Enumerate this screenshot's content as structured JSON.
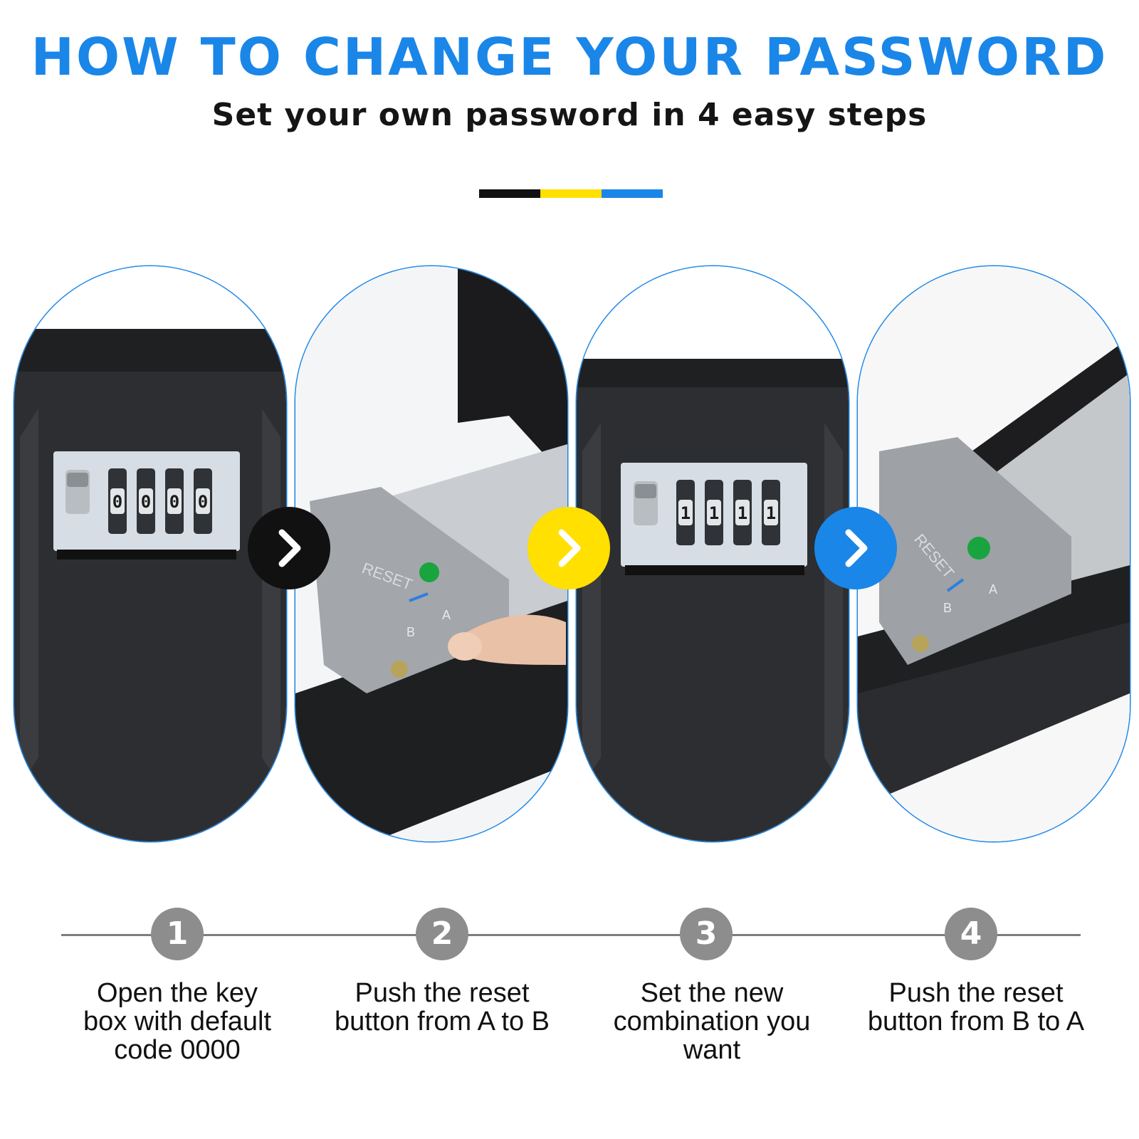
{
  "header": {
    "title": "HOW TO CHANGE YOUR PASSWORD",
    "subtitle": "Set your own password in 4 easy steps"
  },
  "colors": {
    "title_blue": "#1a86e8",
    "stripe": [
      "#111111",
      "#ffe000",
      "#1a86e8"
    ],
    "step_circle": "#8d8d8d",
    "box_body": "#2b2c2f",
    "reset_plate": "#9c9ea2"
  },
  "panels": [
    {
      "image": "key-box-closed-dials-0000",
      "dials": [
        "0",
        "0",
        "0",
        "0"
      ]
    },
    {
      "image": "reset-lever-pushed-a-to-b",
      "plate_label": "RESET",
      "letters": [
        "B",
        "A"
      ]
    },
    {
      "image": "key-box-closed-dials-1111",
      "dials": [
        "1",
        "1",
        "1",
        "1"
      ]
    },
    {
      "image": "reset-lever-pushed-b-to-a",
      "plate_label": "RESET",
      "letters": [
        "B",
        "A"
      ]
    }
  ],
  "arrows": [
    {
      "icon": "chevron-right-icon",
      "color": "#111111"
    },
    {
      "icon": "chevron-right-icon",
      "color": "#ffe000"
    },
    {
      "icon": "chevron-right-icon",
      "color": "#1a86e8"
    }
  ],
  "steps": [
    {
      "number": "1",
      "lines": [
        "Open the key",
        "box with default",
        "code 0000"
      ]
    },
    {
      "number": "2",
      "lines": [
        "Push the reset",
        "button from A to B"
      ]
    },
    {
      "number": "3",
      "lines": [
        "Set the new",
        "combination you",
        "want"
      ]
    },
    {
      "number": "4",
      "lines": [
        "Push the reset",
        "button from B to A"
      ]
    }
  ]
}
